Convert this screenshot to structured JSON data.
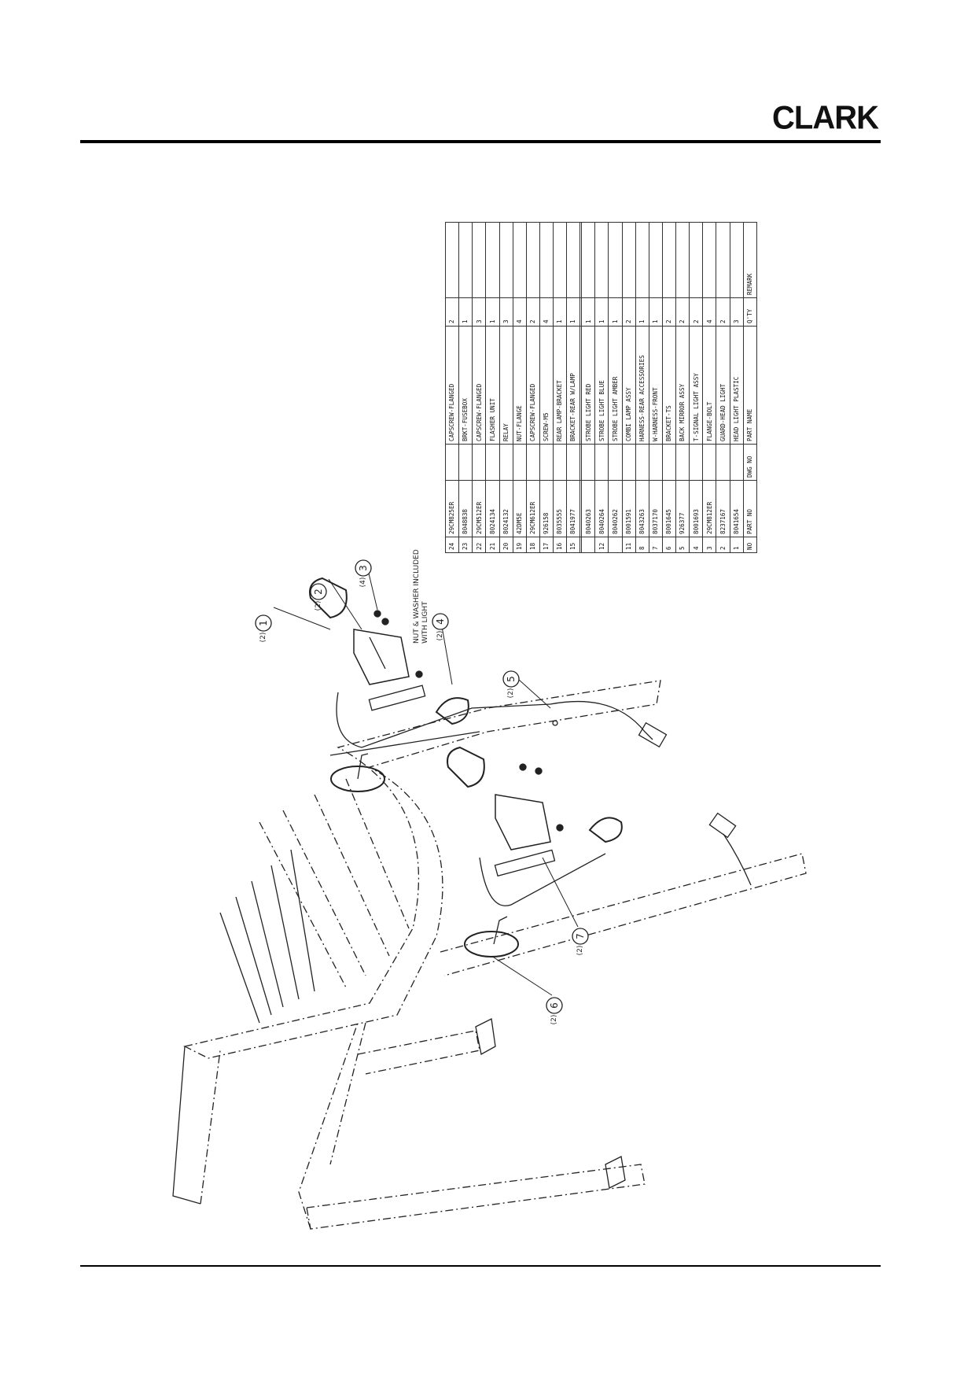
{
  "header": {
    "brand": "CLARK"
  },
  "table": {
    "headers": {
      "no": "NO",
      "part_no": "PART NO",
      "dwg_no": "DWG NO",
      "part_name": "PART NAME",
      "qty": "Q'TY",
      "remark": "REMARK"
    },
    "rows": [
      {
        "no": "24",
        "part_no": "29CM825ER",
        "dwg_no": "",
        "part_name": "CAPSCREW-FLANGED",
        "qty": "2",
        "remark": ""
      },
      {
        "no": "23",
        "part_no": "8048838",
        "dwg_no": "",
        "part_name": "BRKT-FUSEBOX",
        "qty": "1",
        "remark": ""
      },
      {
        "no": "22",
        "part_no": "29CM512ER",
        "dwg_no": "",
        "part_name": "CAPSCREW-FLANGED",
        "qty": "3",
        "remark": ""
      },
      {
        "no": "21",
        "part_no": "8024134",
        "dwg_no": "",
        "part_name": "FLASHER UNIT",
        "qty": "1",
        "remark": ""
      },
      {
        "no": "20",
        "part_no": "8024132",
        "dwg_no": "",
        "part_name": "RELAY",
        "qty": "3",
        "remark": ""
      },
      {
        "no": "19",
        "part_no": "42DM5E",
        "dwg_no": "",
        "part_name": "NUT-FLANGE",
        "qty": "4",
        "remark": ""
      },
      {
        "no": "18",
        "part_no": "29CM612ER",
        "dwg_no": "",
        "part_name": "CAPSCREW-FLANGED",
        "qty": "2",
        "remark": ""
      },
      {
        "no": "17",
        "part_no": "926158",
        "dwg_no": "",
        "part_name": "SCREW-M5",
        "qty": "4",
        "remark": ""
      },
      {
        "no": "16",
        "part_no": "8035555",
        "dwg_no": "",
        "part_name": "REAR LAMP-BRACKET",
        "qty": "1",
        "remark": ""
      },
      {
        "no": "15",
        "part_no": "8041977",
        "dwg_no": "",
        "part_name": "BRACKET-REAR W/LAMP",
        "qty": "1",
        "remark": ""
      },
      {
        "no": "",
        "part_no": "",
        "dwg_no": "",
        "part_name": "",
        "qty": "",
        "remark": ""
      },
      {
        "no": "",
        "part_no": "8040263",
        "dwg_no": "",
        "part_name": "STROBE LIGHT RED",
        "qty": "1",
        "remark": ""
      },
      {
        "no": "12",
        "part_no": "8040264",
        "dwg_no": "",
        "part_name": "STROBE LIGHT BLUE",
        "qty": "1",
        "remark": ""
      },
      {
        "no": "",
        "part_no": "8040262",
        "dwg_no": "",
        "part_name": "STROBE LIGHT AMBER",
        "qty": "1",
        "remark": ""
      },
      {
        "no": "11",
        "part_no": "8001591",
        "dwg_no": "",
        "part_name": "COMBI LAMP ASSY",
        "qty": "2",
        "remark": ""
      },
      {
        "no": "8",
        "part_no": "8043263",
        "dwg_no": "",
        "part_name": "HARNESS-REAR ACCESSORIES",
        "qty": "1",
        "remark": ""
      },
      {
        "no": "7",
        "part_no": "8037170",
        "dwg_no": "",
        "part_name": "W-HARNESS-FRONT",
        "qty": "1",
        "remark": ""
      },
      {
        "no": "6",
        "part_no": "8001645",
        "dwg_no": "",
        "part_name": "BRACKET-TS",
        "qty": "2",
        "remark": ""
      },
      {
        "no": "5",
        "part_no": "926377",
        "dwg_no": "",
        "part_name": "BACK MIRROR ASSY",
        "qty": "2",
        "remark": ""
      },
      {
        "no": "4",
        "part_no": "8001693",
        "dwg_no": "",
        "part_name": "T-SIGNAL LIGHT ASSY",
        "qty": "2",
        "remark": ""
      },
      {
        "no": "3",
        "part_no": "29CM812ER",
        "dwg_no": "",
        "part_name": "FLANGE-BOLT",
        "qty": "4",
        "remark": ""
      },
      {
        "no": "2",
        "part_no": "8237167",
        "dwg_no": "",
        "part_name": "GUARD-HEAD LIGHT",
        "qty": "2",
        "remark": ""
      },
      {
        "no": "1",
        "part_no": "8041654",
        "dwg_no": "",
        "part_name": "HEAD LIGHT PLASTIC",
        "qty": "3",
        "remark": ""
      }
    ]
  },
  "callouts": [
    {
      "num": "1",
      "qty": "(2)"
    },
    {
      "num": "2",
      "qty": "(2)"
    },
    {
      "num": "3",
      "qty": "(4)"
    },
    {
      "num": "4",
      "qty": "(2)"
    },
    {
      "num": "5",
      "qty": "(2)"
    },
    {
      "num": "6",
      "qty": "(2)"
    },
    {
      "num": "7",
      "qty": "(2)"
    }
  ],
  "note": {
    "line1": "NUT & WASHER INCLUDED",
    "line2": "WITH LIGHT"
  }
}
